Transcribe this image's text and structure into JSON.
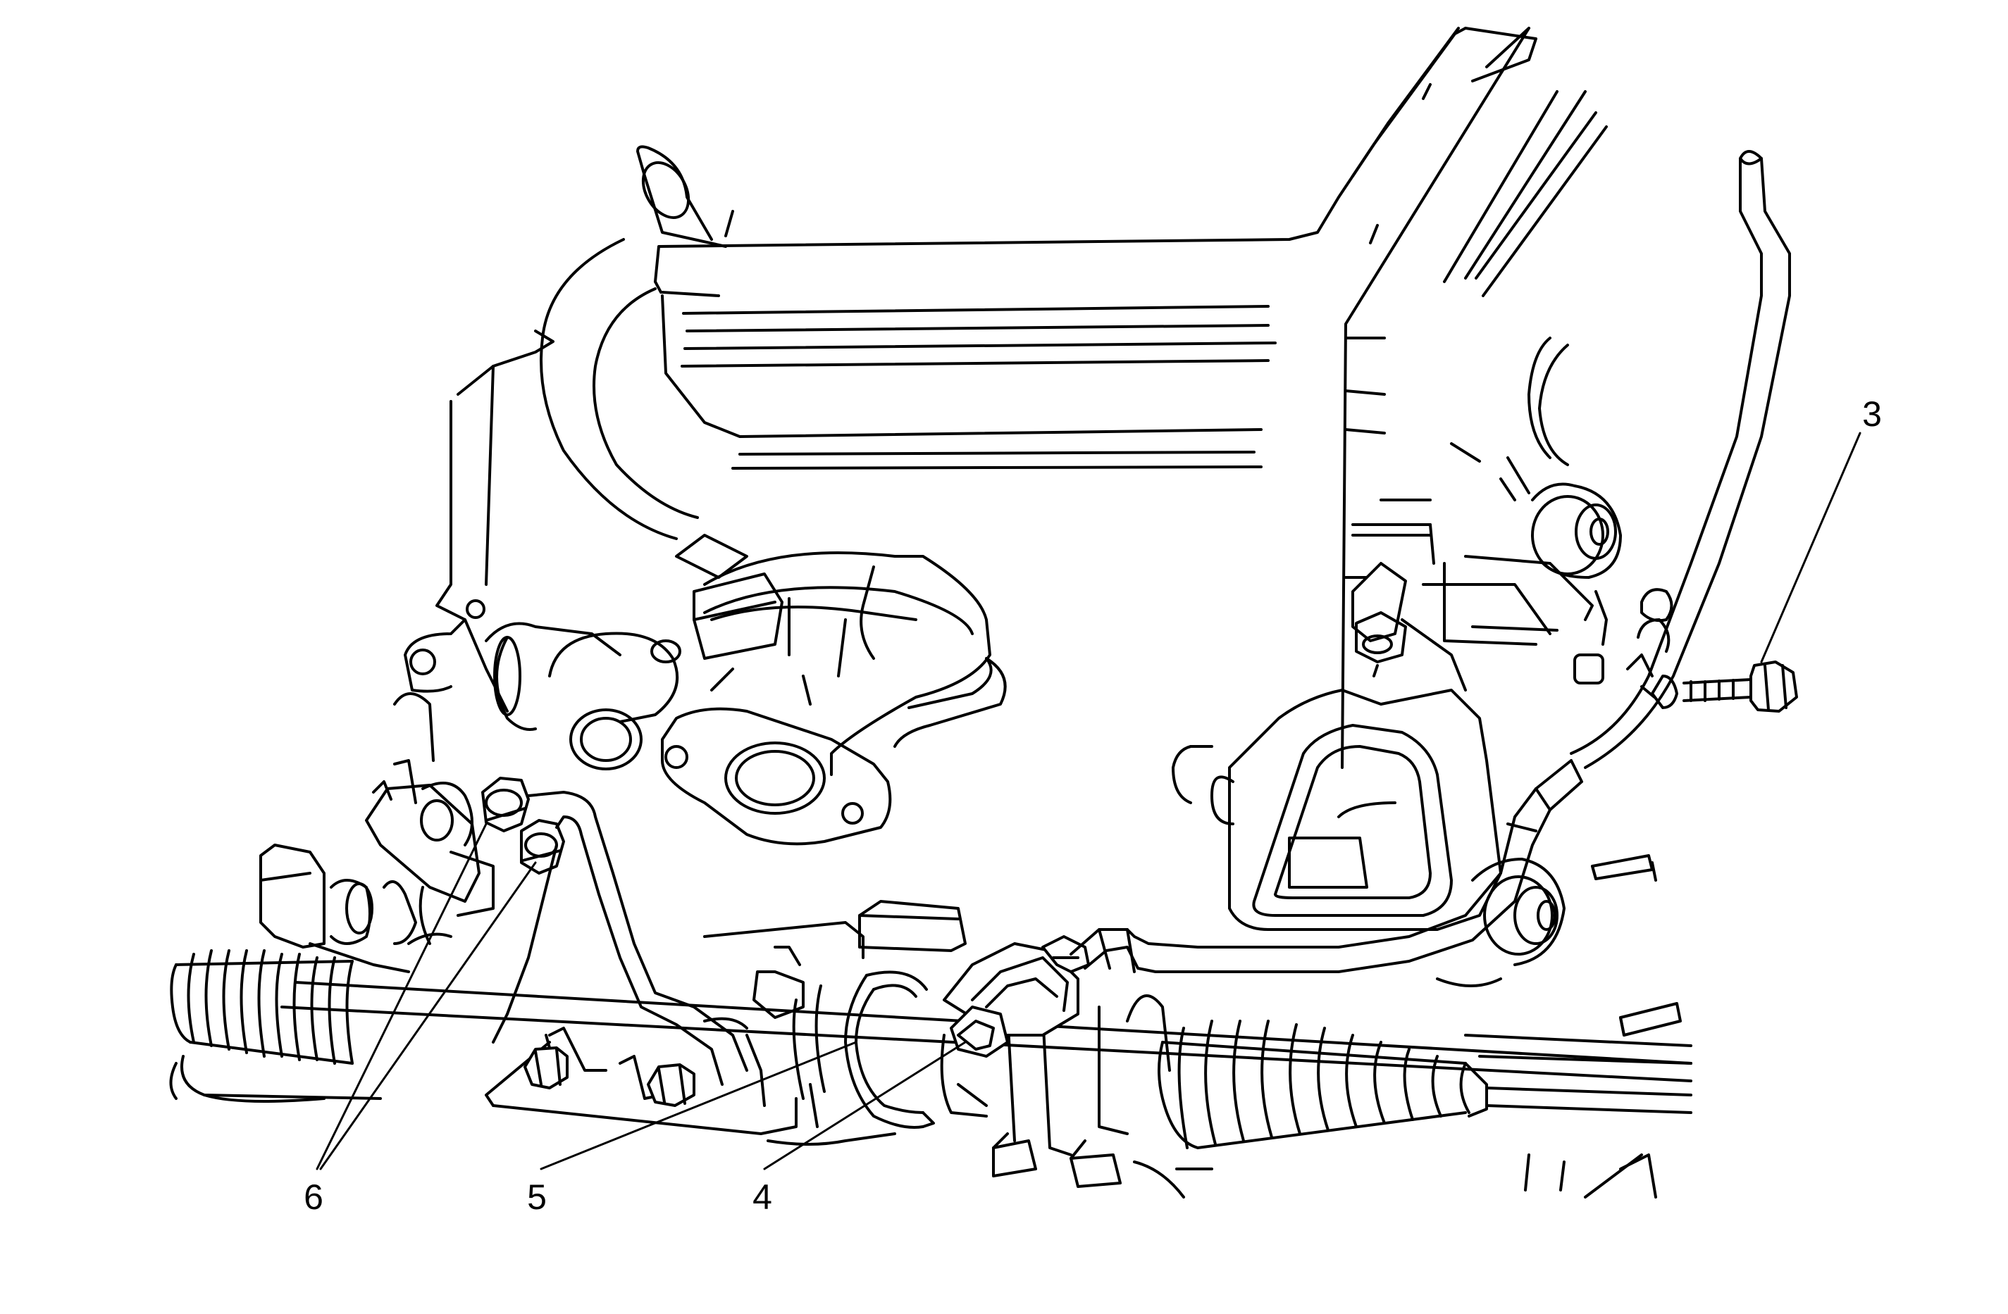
{
  "callouts": {
    "c3": "3",
    "c4": "4",
    "c5": "5",
    "c6": "6"
  },
  "colors": {
    "line": "#000000",
    "background": "#ffffff"
  }
}
